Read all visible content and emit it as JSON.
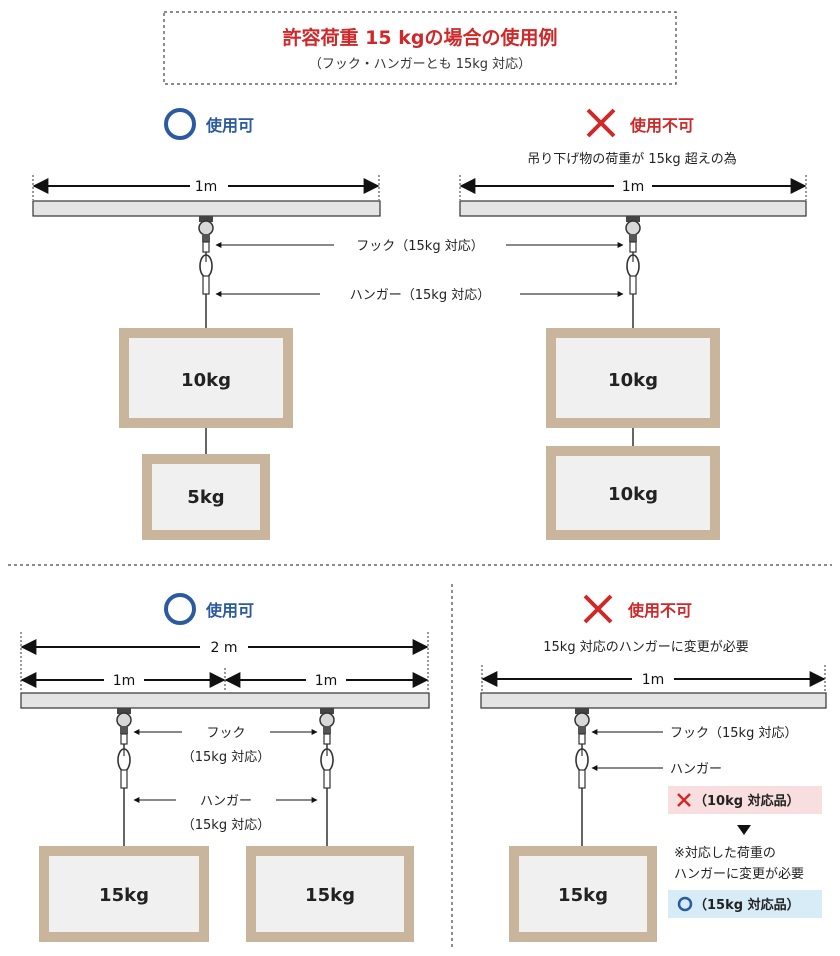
{
  "header": {
    "title": "許容荷重 15 kgの場合の使用例",
    "subtitle": "（フック・ハンガーとも 15kg 対応）"
  },
  "colors": {
    "ok_blue": "#2a5aa0",
    "ng_red": "#d02828",
    "frame": "#c9b49c",
    "box_fill": "#f0f0f0",
    "rail_fill": "#e4e4e4",
    "ng_badge_bg": "#f8dede",
    "ok_badge_bg": "#d8ecf8"
  },
  "icons": {
    "ok": "circle-ok-icon",
    "ng": "cross-ng-icon"
  },
  "top_left": {
    "status": "使用可",
    "span": "1m",
    "weights": [
      "10kg",
      "5kg"
    ]
  },
  "top_right": {
    "status": "使用不可",
    "reason": "吊り下げ物の荷重が 15kg 超えの為",
    "span": "1m",
    "weights": [
      "10kg",
      "10kg"
    ]
  },
  "top_labels": {
    "hook": "フック（15kg 対応）",
    "hanger": "ハンガー（15kg 対応）"
  },
  "bottom_left": {
    "status": "使用可",
    "span_total": "2 m",
    "span_a": "1m",
    "span_b": "1m",
    "hook_label": "フック",
    "hook_sub": "（15kg 対応）",
    "hanger_label": "ハンガー",
    "hanger_sub": "（15kg 対応）",
    "weights": [
      "15kg",
      "15kg"
    ]
  },
  "bottom_right": {
    "status": "使用不可",
    "reason": "15kg 対応のハンガーに変更が必要",
    "span": "1m",
    "hook_label": "フック（15kg 対応）",
    "hanger_label": "ハンガー",
    "ng_product": "（10kg 対応品）",
    "note_line1": "※対応した荷重の",
    "note_line2": "ハンガーに変更が必要",
    "ok_product": "（15kg 対応品）",
    "weight": "15kg"
  }
}
